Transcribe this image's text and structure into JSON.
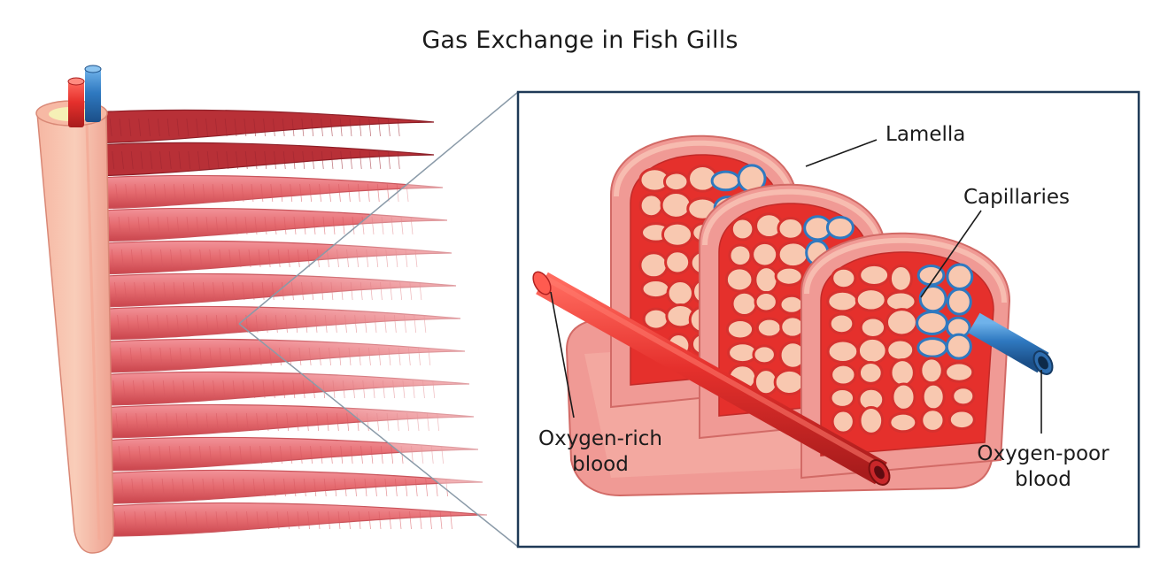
{
  "title": "Gas Exchange in Fish Gills",
  "labels": {
    "lamella": "Lamella",
    "capillaries": "Capillaries",
    "oxygen_rich": [
      "Oxygen-rich",
      "blood"
    ],
    "oxygen_poor": [
      "Oxygen-poor",
      "blood"
    ]
  },
  "colors": {
    "oxygen_rich_vessel": "#e5302c",
    "oxygen_poor_vessel": "#2f79c0",
    "filament": "#e56a6f",
    "filament_dark": "#b83037",
    "tissue_light": "#f8c8b0",
    "inset_border": "#1f3a57"
  }
}
